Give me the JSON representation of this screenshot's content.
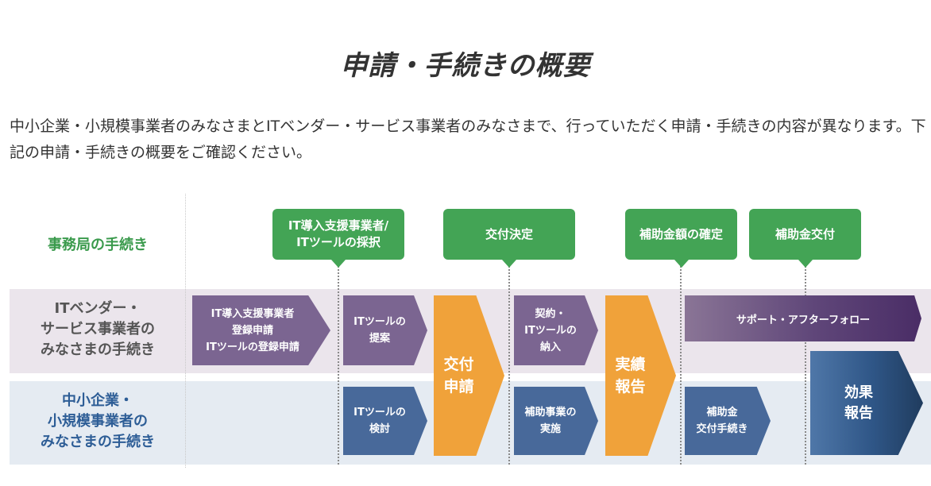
{
  "page": {
    "title": "申請・手続きの概要",
    "intro": "中小企業・小規模事業者のみなさまとITベンダー・サービス事業者のみなさまで、行っていただく申請・手続きの内容が異なります。下記の申請・手続きの概要をご確認ください。"
  },
  "rows": {
    "jimu": "事務局の手続き",
    "vendor": [
      "ITベンダー・",
      "サービス事業者の",
      "みなさまの手続き"
    ],
    "sme": [
      "中小企業・",
      "小規模事業者の",
      "みなさまの手続き"
    ]
  },
  "secretariat_steps": {
    "selection": [
      "IT導入支援事業者/",
      "ITツールの採択"
    ],
    "decision": "交付決定",
    "amount_fixed": "補助金額の確定",
    "payment": "補助金交付"
  },
  "vendor_steps": {
    "registration": [
      "IT導入支援事業者",
      "登録申請",
      "ITツールの登録申請"
    ],
    "proposal": [
      "ITツールの",
      "提案"
    ],
    "contract": [
      "契約・",
      "ITツールの",
      "納入"
    ],
    "support": "サポート・アフターフォロー"
  },
  "shared_steps": {
    "grant_application": [
      "交付",
      "申請"
    ],
    "results_report": [
      "実績",
      "報告"
    ]
  },
  "sme_steps": {
    "review": [
      "ITツールの",
      "検討"
    ],
    "implementation": [
      "補助事業の",
      "実施"
    ],
    "grant_procedure": [
      "補助金",
      "交付手続き"
    ],
    "effect_report": [
      "効果",
      "報告"
    ]
  },
  "colors": {
    "secretariat_green": "#43a455",
    "vendor_purple": "#7b6591",
    "sme_blue": "#48699a",
    "shared_orange": "#f0a23a",
    "vendor_band": "#ebe5ec",
    "sme_band": "#e5ebf2"
  }
}
